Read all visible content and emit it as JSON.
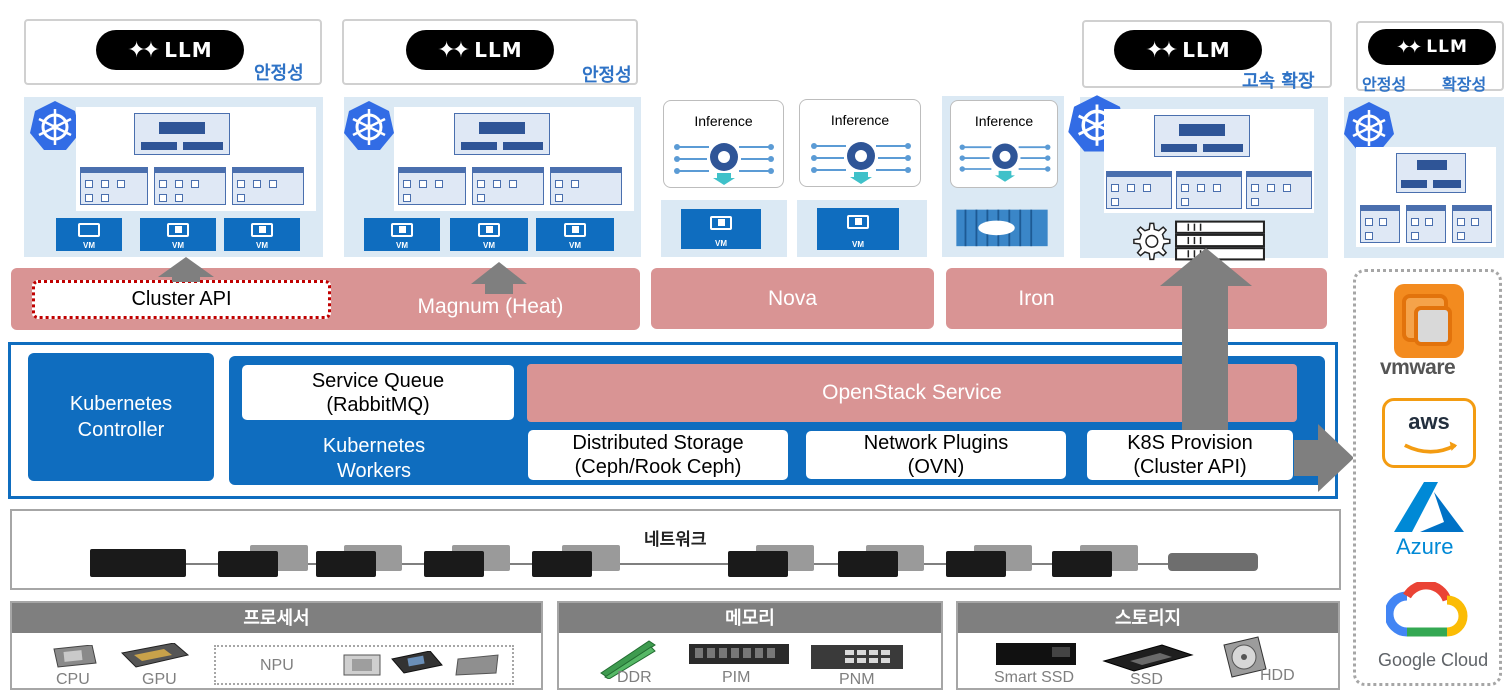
{
  "llm": {
    "label": "LLM",
    "sparkle": "✦✦",
    "notes": {
      "box1": "안정성",
      "box2": "안정성",
      "box3": "고속 확장",
      "box4a": "안정성",
      "box4b": "확장성"
    }
  },
  "clusters": {
    "vm_label": "VM",
    "inference_label": "Inference"
  },
  "services": {
    "cluster_api": "Cluster API",
    "magnum": "Magnum (Heat)",
    "nova": "Nova",
    "iron": "Iron"
  },
  "core": {
    "k8s_controller": "Kubernetes Controller",
    "service_queue": "Service Queue (RabbitMQ)",
    "k8s_workers": "Kubernetes Workers",
    "openstack_service": "OpenStack Service",
    "distributed_storage": "Distributed Storage (Ceph/Rook Ceph)",
    "network_plugins": "Network Plugins (OVN)",
    "k8s_provision": "K8S Provision (Cluster API)"
  },
  "network": {
    "title": "네트워크"
  },
  "hardware": {
    "processor": {
      "title": "프로세서",
      "cpu": "CPU",
      "gpu": "GPU",
      "npu": "NPU"
    },
    "memory": {
      "title": "메모리",
      "ddr": "DDR",
      "pim": "PIM",
      "pnm": "PNM"
    },
    "storage": {
      "title": "스토리지",
      "smart_ssd": "Smart SSD",
      "ssd": "SSD",
      "hdd": "HDD"
    }
  },
  "clouds": {
    "vmware": "vmware",
    "aws": "aws",
    "azure": "Azure",
    "google": "Google Cloud"
  },
  "colors": {
    "blue": "#0f6dbf",
    "pink": "#d99494",
    "light_blue": "#dbe9f4",
    "gray": "#7f7f7f",
    "accent": "#2f73c6"
  }
}
